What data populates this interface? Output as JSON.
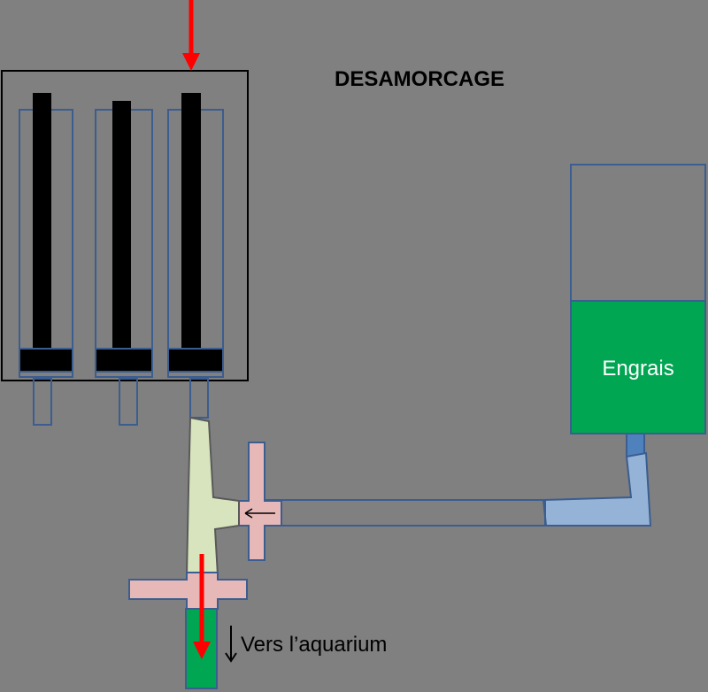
{
  "title": "DESAMORCAGE",
  "tank_label": "Engrais",
  "outlet_label": "Vers l’aquarium",
  "colors": {
    "background": "#808080",
    "outline_blue": "#3b5d8f",
    "fertilizer_green": "#00a651",
    "tube_light_blue": "#95b3d7",
    "valve_pink": "#e6b9b8",
    "tee_pale_green": "#d7e4bd",
    "flow_arrow_red": "#ff0000",
    "piston_black": "#000000"
  },
  "icons": [
    "red-down-arrow",
    "black-left-arrow",
    "black-down-arrow"
  ]
}
